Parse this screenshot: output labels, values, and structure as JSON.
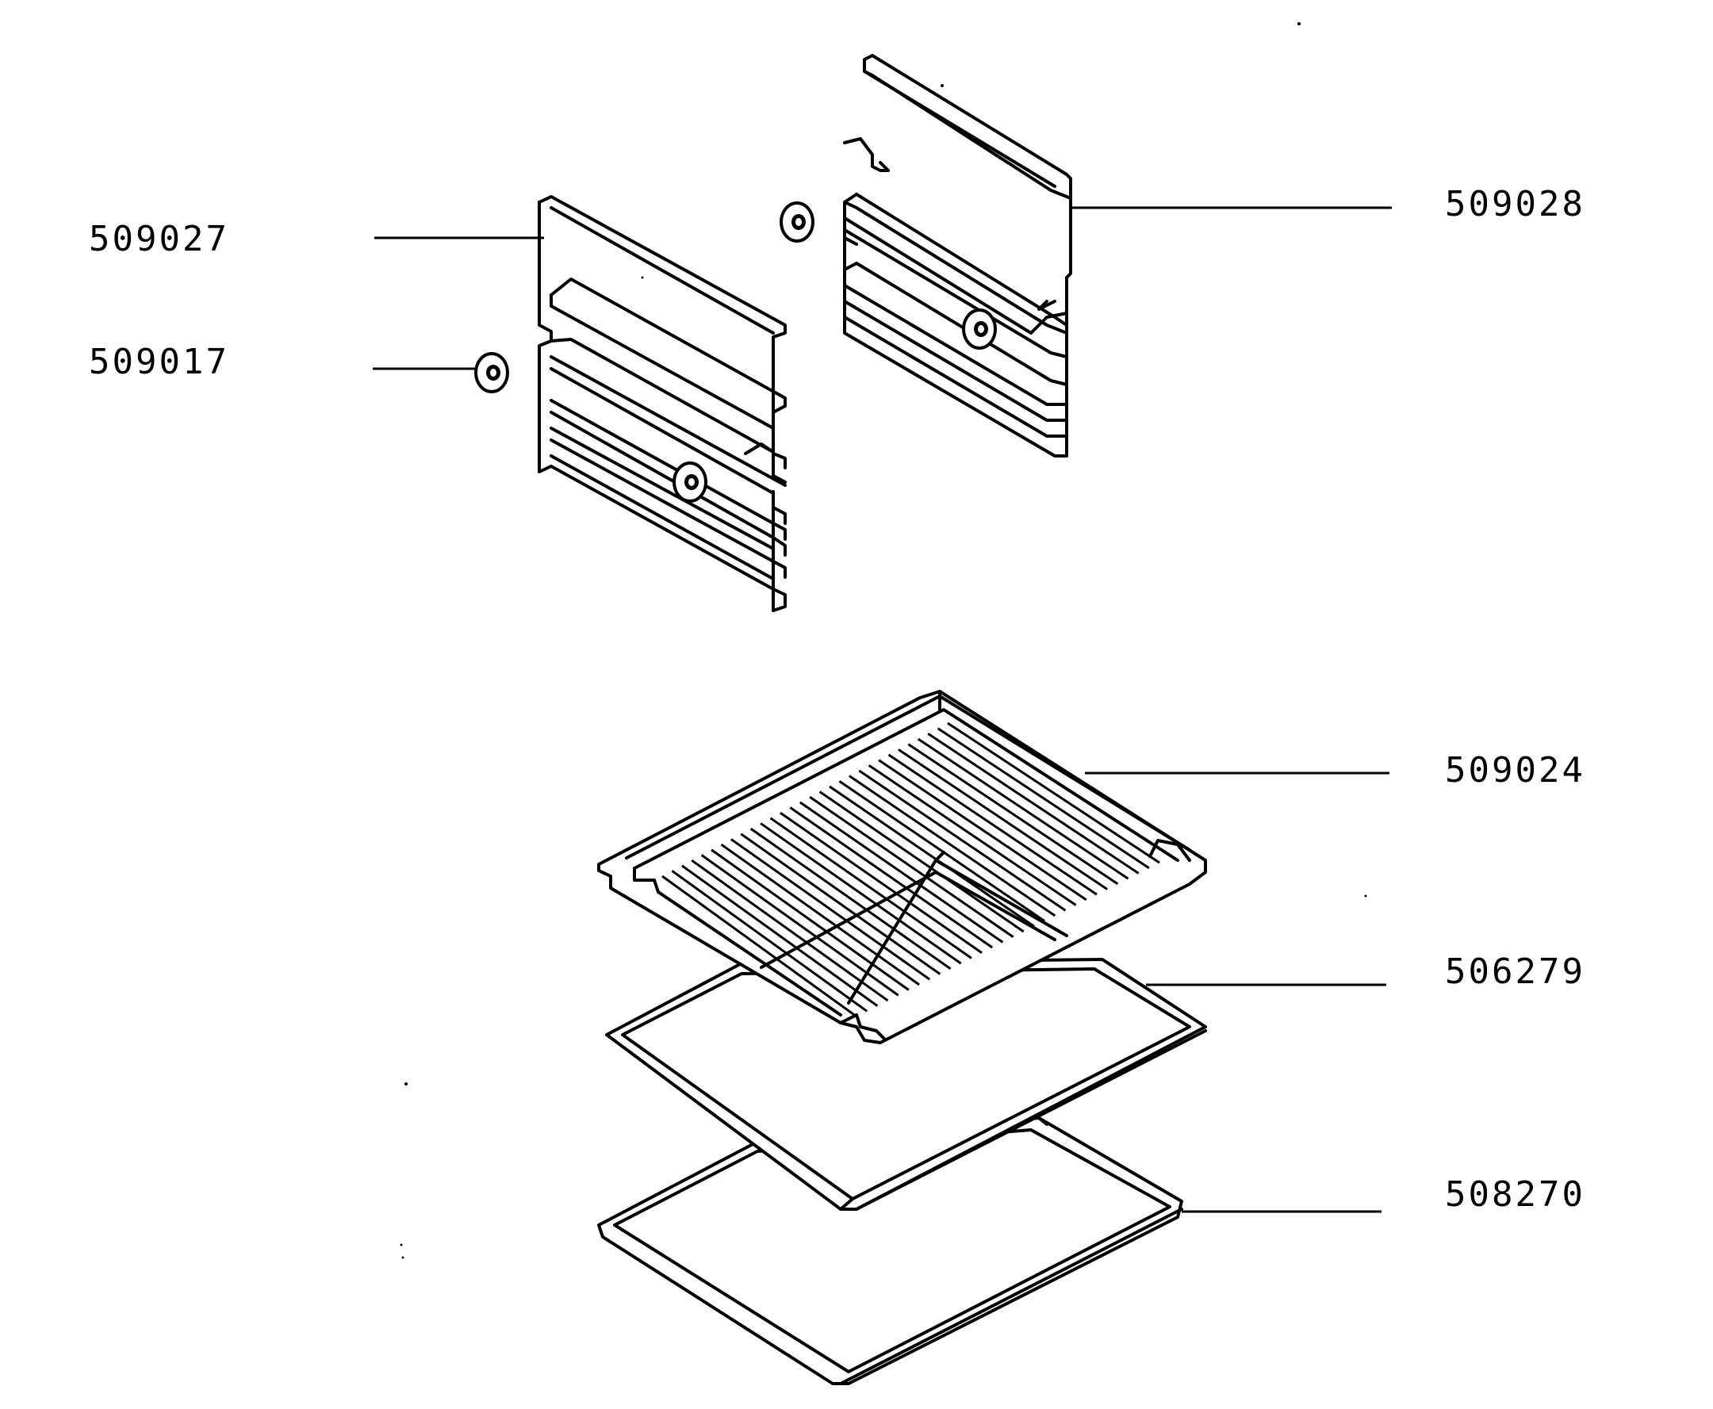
{
  "diagram": {
    "type": "exploded parts diagram",
    "parts": [
      {
        "id": "509027",
        "label": "509027"
      },
      {
        "id": "509017",
        "label": "509017"
      },
      {
        "id": "509028",
        "label": "509028"
      },
      {
        "id": "509024",
        "label": "509024"
      },
      {
        "id": "506279",
        "label": "506279"
      },
      {
        "id": "508270",
        "label": "508270"
      }
    ]
  }
}
